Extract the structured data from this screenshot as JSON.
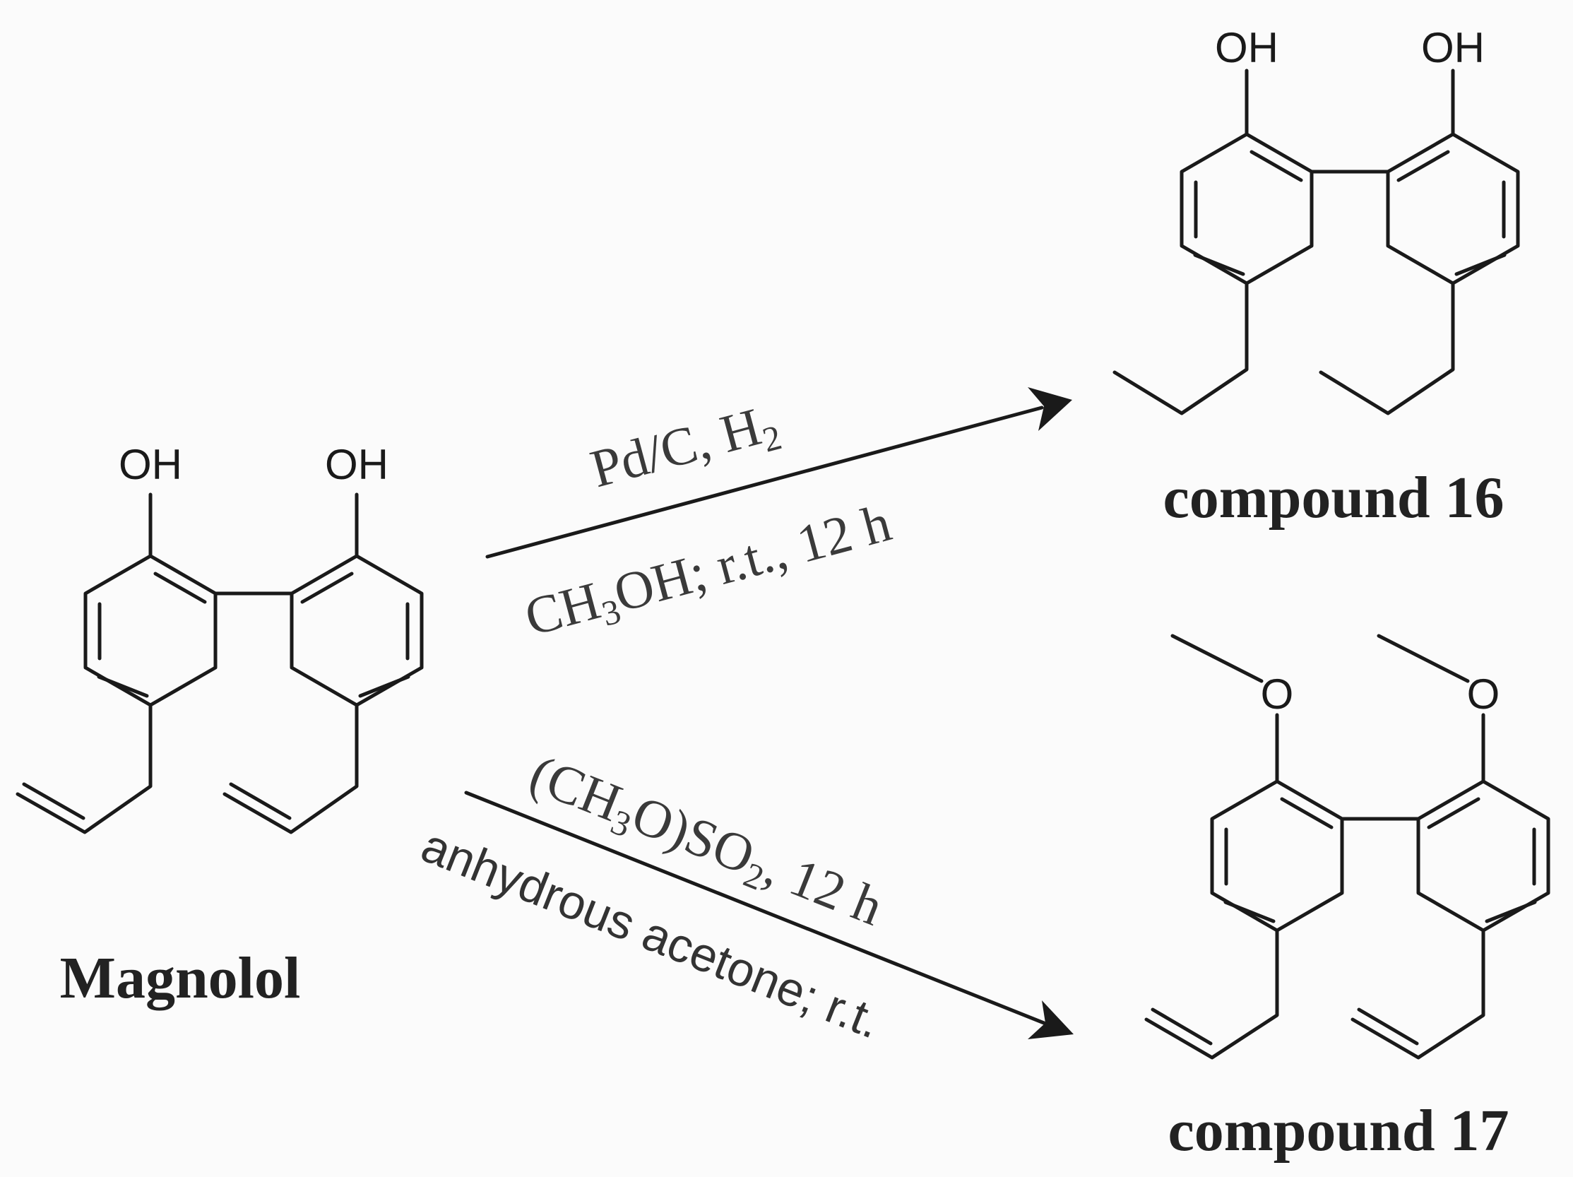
{
  "labels": {
    "hydroxyl": "OH",
    "oxygen": "O",
    "magnolol": "Magnolol",
    "compound_16": "compound 16",
    "compound_17": "compound 17"
  },
  "reaction_top": {
    "above_part1": "Pd/C, H",
    "above_sub": "2",
    "below_part1": "CH",
    "below_sub": "3",
    "below_part2": "OH; r.t., 12 h"
  },
  "reaction_bottom": {
    "above_part1": "(CH",
    "above_sub1": "3",
    "above_part2": "O)SO",
    "above_sub2": "2",
    "above_part3": ", 12 h",
    "below": "anhydrous acetone; r.t."
  }
}
